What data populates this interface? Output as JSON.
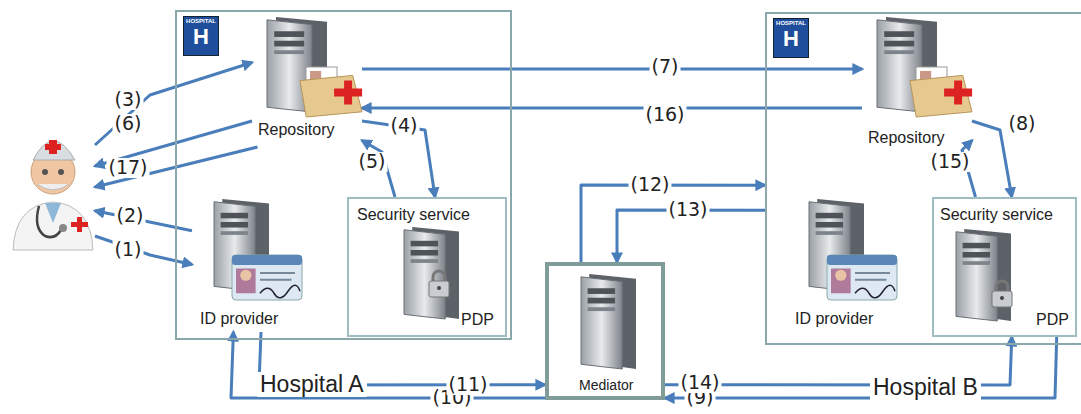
{
  "diagram": {
    "nodes": [
      {
        "text": [
          "Hospital A"
        ]
      },
      {
        "text": [
          "Repository"
        ],
        "in": 0
      },
      {
        "text": [
          "Security service",
          "PDP"
        ],
        "in": 0
      },
      {
        "text": [
          "ID provider"
        ],
        "in": 0
      },
      {
        "text": [
          "Hospital B"
        ]
      },
      {
        "text": [
          "Repository"
        ],
        "in": 4
      },
      {
        "text": [
          "Security service",
          "PDP"
        ],
        "in": 4
      },
      {
        "text": [
          "ID provider"
        ],
        "in": 4
      },
      {
        "text": [
          "Mediator"
        ]
      },
      {
        "text": []
      }
    ],
    "edges": [
      {
        "from": 9,
        "to": 3,
        "arrow": "to",
        "label": "(1)"
      },
      {
        "from": 3,
        "to": 9,
        "arrow": "to",
        "label": "(2)"
      },
      {
        "from": 9,
        "to": 1,
        "arrow": "to",
        "label": "(3)"
      },
      {
        "from": 1,
        "to": 2,
        "arrow": "to",
        "label": "(4)"
      },
      {
        "from": 2,
        "to": 1,
        "arrow": "to",
        "label": "(5)"
      },
      {
        "from": 1,
        "to": 9,
        "arrow": "to",
        "label": "(6)"
      },
      {
        "from": 1,
        "to": 5,
        "arrow": "to",
        "label": "(7)"
      },
      {
        "from": 5,
        "to": 6,
        "arrow": "to",
        "label": "(8)"
      },
      {
        "from": 6,
        "to": 8,
        "arrow": "to",
        "label": "(9)"
      },
      {
        "from": 8,
        "to": 3,
        "arrow": "to",
        "label": "(10)"
      },
      {
        "from": 3,
        "to": 8,
        "arrow": "to",
        "label": "(11)"
      },
      {
        "from": 8,
        "to": 4,
        "arrow": "to",
        "label": "(12)"
      },
      {
        "from": 4,
        "to": 8,
        "arrow": "to",
        "label": "(13)"
      },
      {
        "from": 8,
        "to": 6,
        "arrow": "to",
        "label": "(14)"
      },
      {
        "from": 6,
        "to": 5,
        "arrow": "to",
        "label": "(15)"
      },
      {
        "from": 5,
        "to": 1,
        "arrow": "to",
        "label": "(16)"
      },
      {
        "from": 1,
        "to": 9,
        "arrow": "to",
        "label": "(17)"
      }
    ],
    "labels": [
      "HOSPITAL",
      "H",
      "HOSPITAL",
      "H"
    ]
  }
}
